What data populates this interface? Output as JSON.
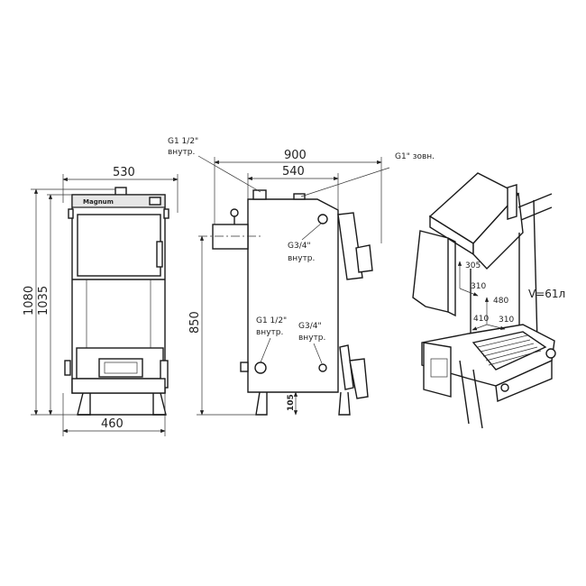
{
  "brand": "Magnum",
  "front_view": {
    "width_top": "530",
    "height_total": "1080",
    "height_body": "1035",
    "width_bottom": "460"
  },
  "side_view": {
    "depth_total": "900",
    "depth_body": "540",
    "height_flue": "850",
    "leg_height": "105",
    "top_left_connection": {
      "size": "G1 1/2\"",
      "type": "внутр."
    },
    "top_right_connection": {
      "size": "G1\" зовн."
    },
    "upper_right_connection": {
      "size": "G3/4\"",
      "type": "внутр."
    },
    "lower_left_connection": {
      "size": "G1 1/2\"",
      "type": "внутр."
    },
    "lower_right_connection": {
      "size": "G3/4\"",
      "type": "внутр."
    }
  },
  "iso_view": {
    "dim_1": "305",
    "dim_2": "310",
    "dim_3": "480",
    "dim_4": "410",
    "dim_5": "310",
    "volume": "V=61л"
  }
}
